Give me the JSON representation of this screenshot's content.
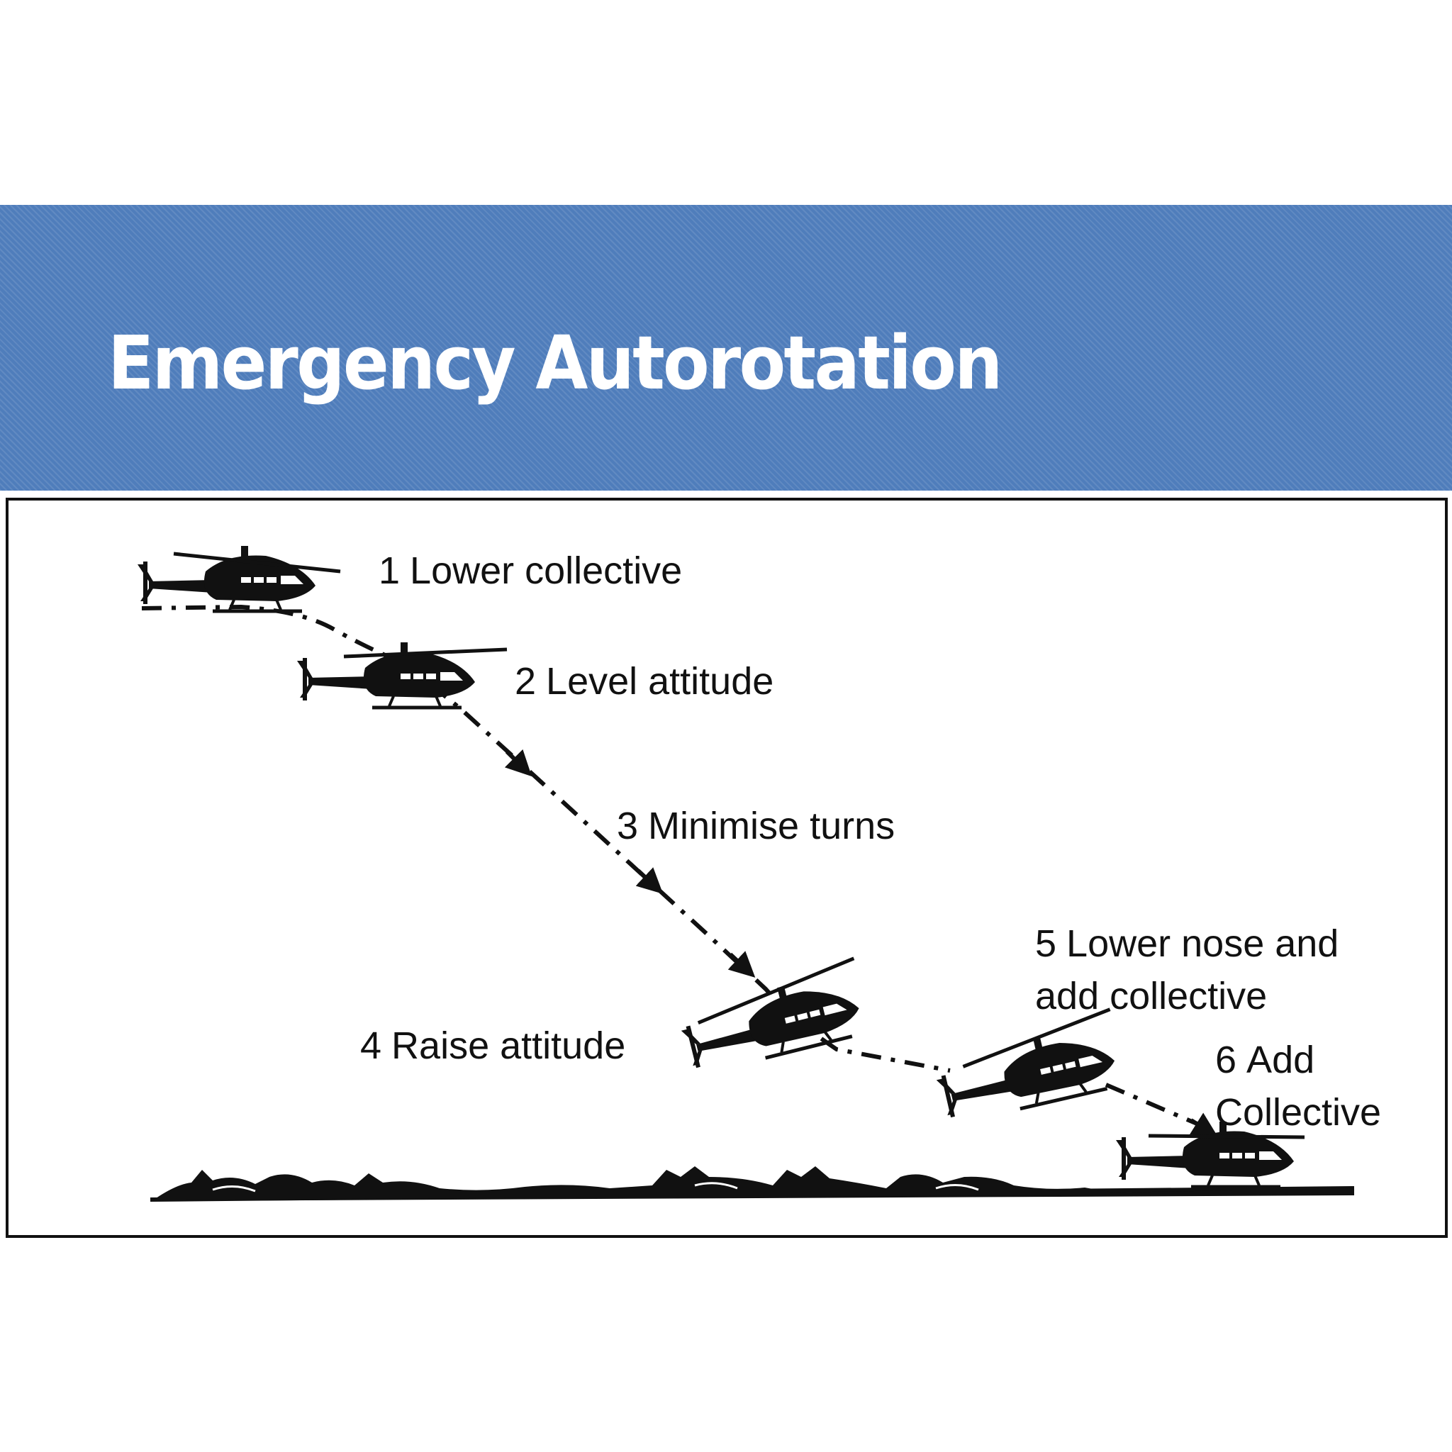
{
  "slide": {
    "title": "Emergency Autorotation",
    "band_color": "#4f7dbb",
    "title_color": "#ffffff"
  },
  "diagram": {
    "steps": [
      {
        "num": "1",
        "text": "Lower collective"
      },
      {
        "num": "2",
        "text": "Level attitude"
      },
      {
        "num": "3",
        "text": "Minimise turns"
      },
      {
        "num": "4",
        "text": "Raise attitude"
      },
      {
        "num": "5",
        "line1": "Lower nose and",
        "line2": "add collective"
      },
      {
        "num": "6",
        "line1": "Add",
        "line2": "Collective"
      }
    ]
  }
}
